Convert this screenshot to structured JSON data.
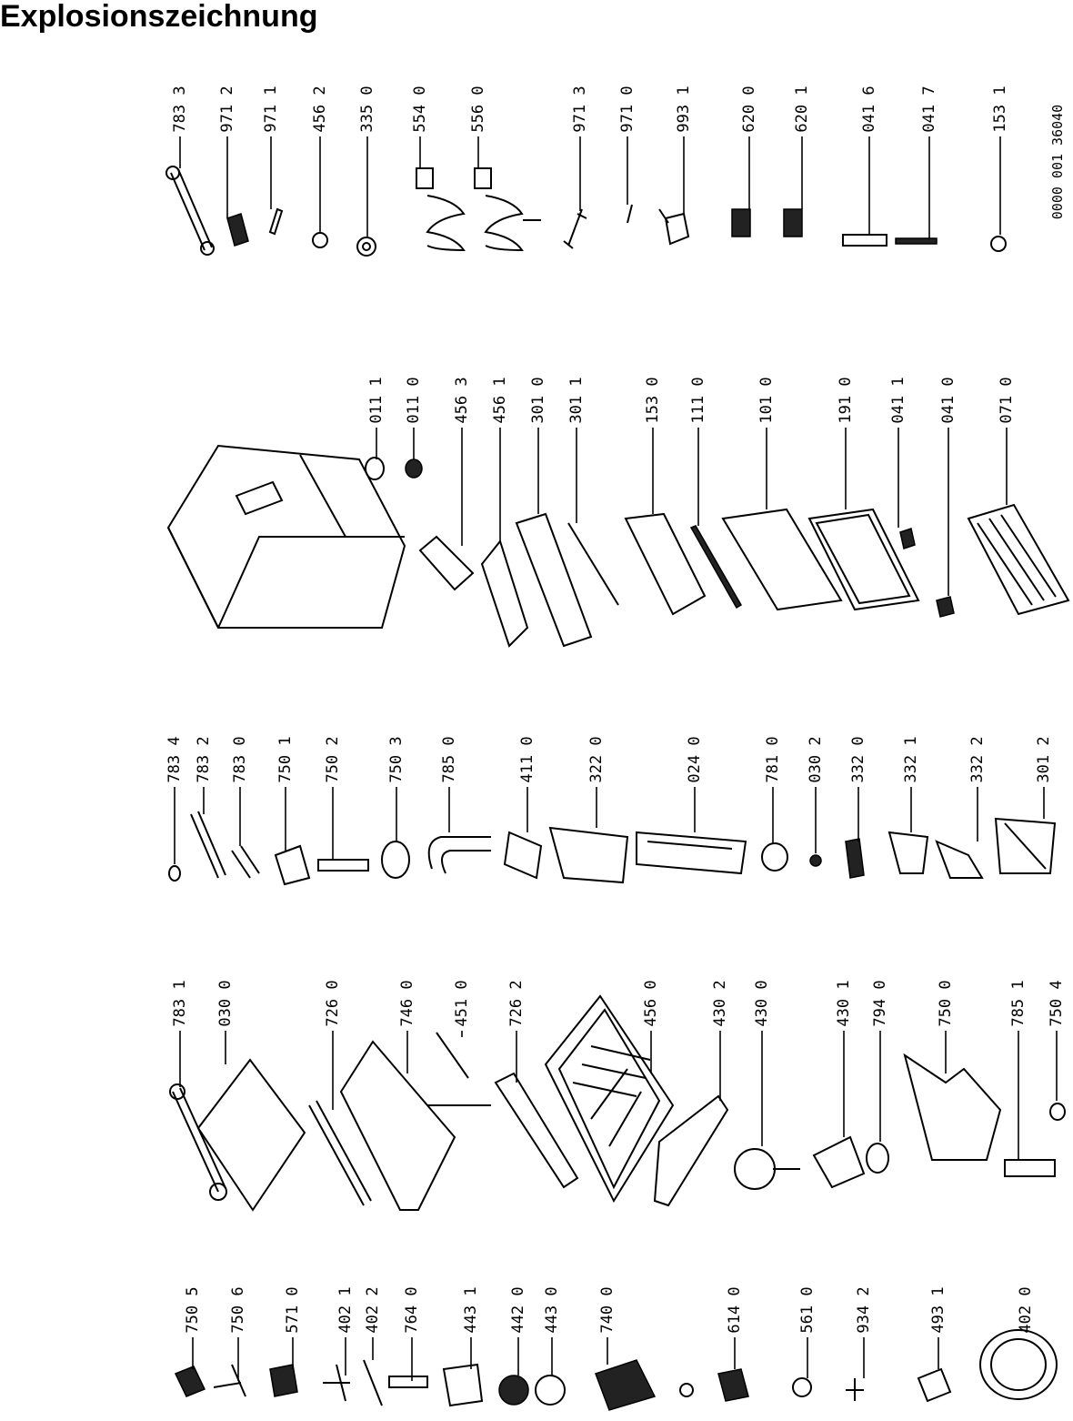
{
  "title": "Explosionszeichnung",
  "doc_number": "0000 001 36040",
  "groups": [
    {
      "name": "group-bottom-parts",
      "labels": [
        "750 5",
        "750 6",
        "571 0",
        "402 1",
        "402 2",
        "764 0",
        "443 1",
        "442 0",
        "443 0",
        "740 0",
        "614 0",
        "561 0",
        "934 2",
        "493 1",
        "402 0"
      ]
    },
    {
      "name": "group-freezer-parts",
      "labels": [
        "783 1",
        "030 0",
        "726 0",
        "746 0",
        "451 0",
        "726 2",
        "456 0",
        "430 2",
        "430 0",
        "430 1",
        "794 0",
        "750 0",
        "785 1",
        "750 4"
      ]
    },
    {
      "name": "group-small-parts",
      "labels": [
        "783 4",
        "783 2",
        "783 0",
        "750 1",
        "750 2",
        "750 3",
        "785 0",
        "411 0",
        "322 0",
        "024 0",
        "781 0",
        "030 2",
        "332 0",
        "332 1",
        "332 2",
        "301 2"
      ]
    },
    {
      "name": "group-cabinet-parts",
      "labels": [
        "011 1",
        "011 0",
        "456 3",
        "456 1",
        "301 0",
        "301 1",
        "153 0",
        "111 0",
        "101 0",
        "191 0",
        "041 1",
        "041 0",
        "071 0"
      ]
    },
    {
      "name": "group-top-parts",
      "labels": [
        "783 3",
        "971 2",
        "971 1",
        "456 2",
        "335 0",
        "554 0",
        "556 0",
        "971 3",
        "971 0",
        "993 1",
        "620 0",
        "620 1",
        "041 6",
        "041 7",
        "153 1"
      ]
    }
  ]
}
